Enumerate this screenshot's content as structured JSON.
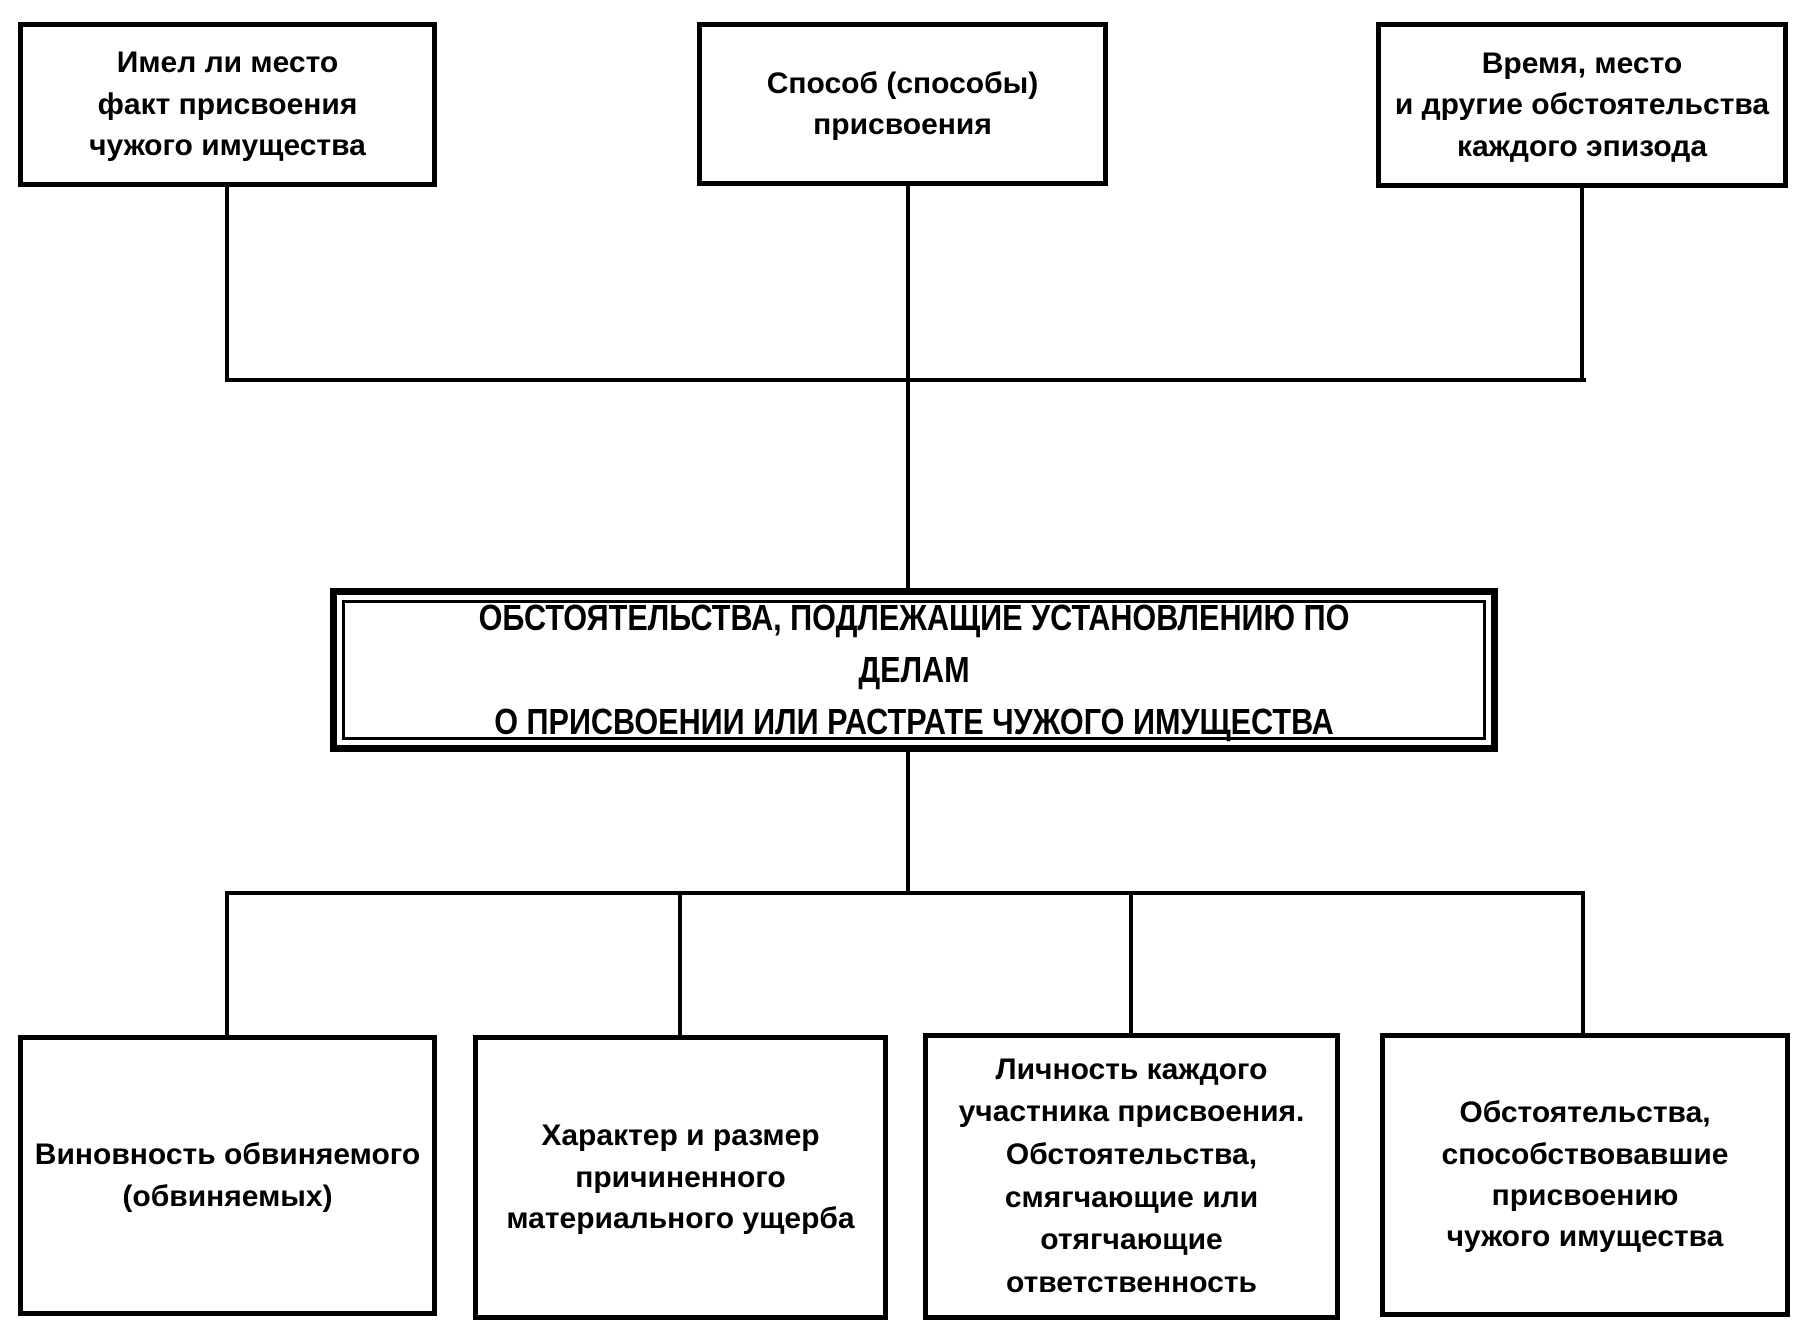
{
  "colors": {
    "background": "#ffffff",
    "line": "#000000",
    "text": "#000000"
  },
  "boxes": {
    "top": [
      {
        "id": "fact",
        "label": "Имел ли место\nфакт присвоения\nчужого имущества"
      },
      {
        "id": "method",
        "label": "Способ (способы)\nприсвоения"
      },
      {
        "id": "time-place",
        "label": "Время, место\nи другие обстоятельства\nкаждого эпизода"
      }
    ],
    "center": {
      "label": "ОБСТОЯТЕЛЬСТВА, ПОДЛЕЖАЩИЕ УСТАНОВЛЕНИЮ ПО ДЕЛАМ\nО ПРИСВОЕНИИ ИЛИ РАСТРАТЕ ЧУЖОГО ИМУЩЕСТВА"
    },
    "bottom": [
      {
        "id": "guilt",
        "label": "Виновность обвиняемого\n(обвиняемых)"
      },
      {
        "id": "damage",
        "label": "Характер и размер\nпричиненного\nматериального ущерба"
      },
      {
        "id": "personality",
        "label": "Личность каждого\nучастника присвоения.\nОбстоятельства,\nсмягчающие или\nотягчающие\nответственность"
      },
      {
        "id": "contributing",
        "label": "Обстоятельства,\nспособствовавшие\nприсвоению\nчужого имущества"
      }
    ]
  }
}
